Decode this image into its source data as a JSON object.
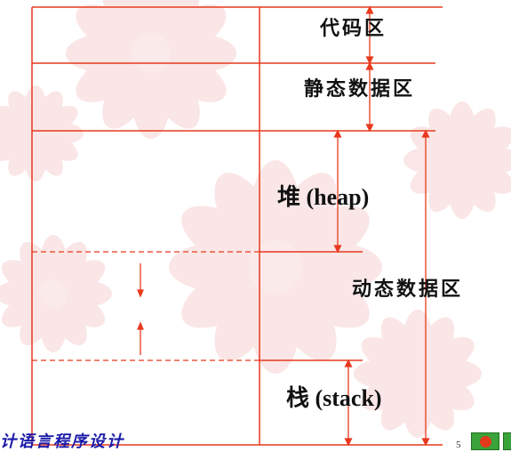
{
  "diagram": {
    "labels": {
      "code_area": "代码区",
      "static_data_area": "静态数据区",
      "heap": "堆 (heap)",
      "dynamic_data_area": "动态数据区",
      "stack": "栈 (stack)"
    },
    "colors": {
      "line": "#e8391d",
      "label_text": "#111111",
      "footer_text": "#1a1aa8",
      "background_flower": "#f7d3d3"
    }
  },
  "footer": {
    "title": "计语言程序设计",
    "page_number": "5",
    "nav_icon": "next-slide-icon"
  }
}
